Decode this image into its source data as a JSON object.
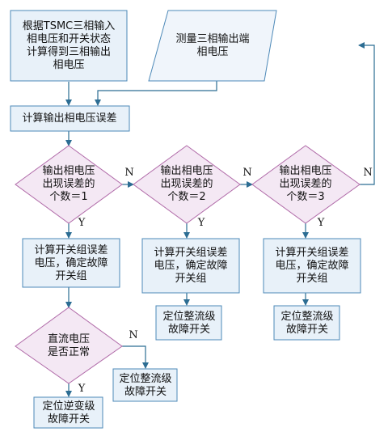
{
  "colors": {
    "box_fill": "#e8f1f9",
    "box_stroke": "#4d89b8",
    "diamond_fill": "#f4e8f4",
    "diamond_stroke": "#b06aa8",
    "parallelogram_fill": "#f0f5fb",
    "arrow": "#2c6d93"
  },
  "nodes": {
    "calc_from_tsmc": [
      "根据TSMC三相输入",
      "相电压和开关状态",
      "计算得到三相输出",
      "相电压"
    ],
    "measure": [
      "测量三相输出端",
      "相电压"
    ],
    "calc_error": [
      "计算输出相电压误差"
    ],
    "decision_1": [
      "输出相电压",
      "出现误差的",
      "个数＝1"
    ],
    "decision_2": [
      "输出相电压",
      "出现误差的",
      "个数＝2"
    ],
    "decision_3": [
      "输出相电压",
      "出现误差的",
      "个数＝3"
    ],
    "switch_group_1": [
      "计算开关组误差",
      "电压，确定故障",
      "开关组"
    ],
    "switch_group_2": [
      "计算开关组误差",
      "电压，确定故障",
      "开关组"
    ],
    "switch_group_3": [
      "计算开关组误差",
      "电压，确定故障",
      "开关组"
    ],
    "dc_voltage": [
      "直流电压",
      "是否正常"
    ],
    "rect_fault_dc": [
      "定位整流级",
      "故障开关"
    ],
    "inverter_fault": [
      "定位逆变级",
      "故障开关"
    ],
    "rect_fault_2": [
      "定位整流级",
      "故障开关"
    ],
    "rect_fault_3": [
      "定位整流级",
      "故障开关"
    ]
  },
  "edge_labels": {
    "d1_no": "N",
    "d2_no": "N",
    "d3_no": "N",
    "d1_yes": "Y",
    "d2_yes": "Y",
    "d3_yes": "Y",
    "dc_no": "N",
    "dc_yes": "Y"
  }
}
